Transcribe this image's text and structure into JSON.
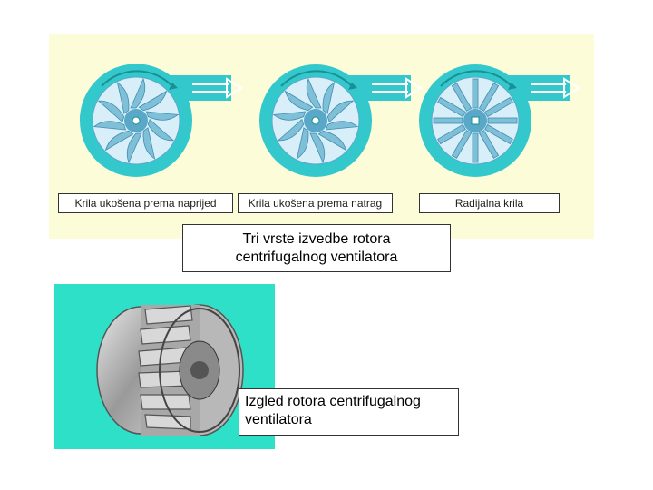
{
  "fans": [
    {
      "label": "Krila ukošena prema naprijed",
      "blade_type": "forward"
    },
    {
      "label": "Krila ukošena prema natrag",
      "blade_type": "backward"
    },
    {
      "label": "Radijalna krila",
      "blade_type": "radial"
    }
  ],
  "main_caption": "Tri vrste izvedbe rotora centrifugalnog ventilatora",
  "photo_caption": "Izgled rotora centrifugalnog ventilatora",
  "colors": {
    "panel_bg": "#fcfcd8",
    "housing": "#33c9cc",
    "housing_dark": "#1a8f96",
    "impeller": "#cfe9f4",
    "blade": "#5aa8c8",
    "arrow": "#ffffff",
    "photo_bg": "#2fe0c8"
  }
}
